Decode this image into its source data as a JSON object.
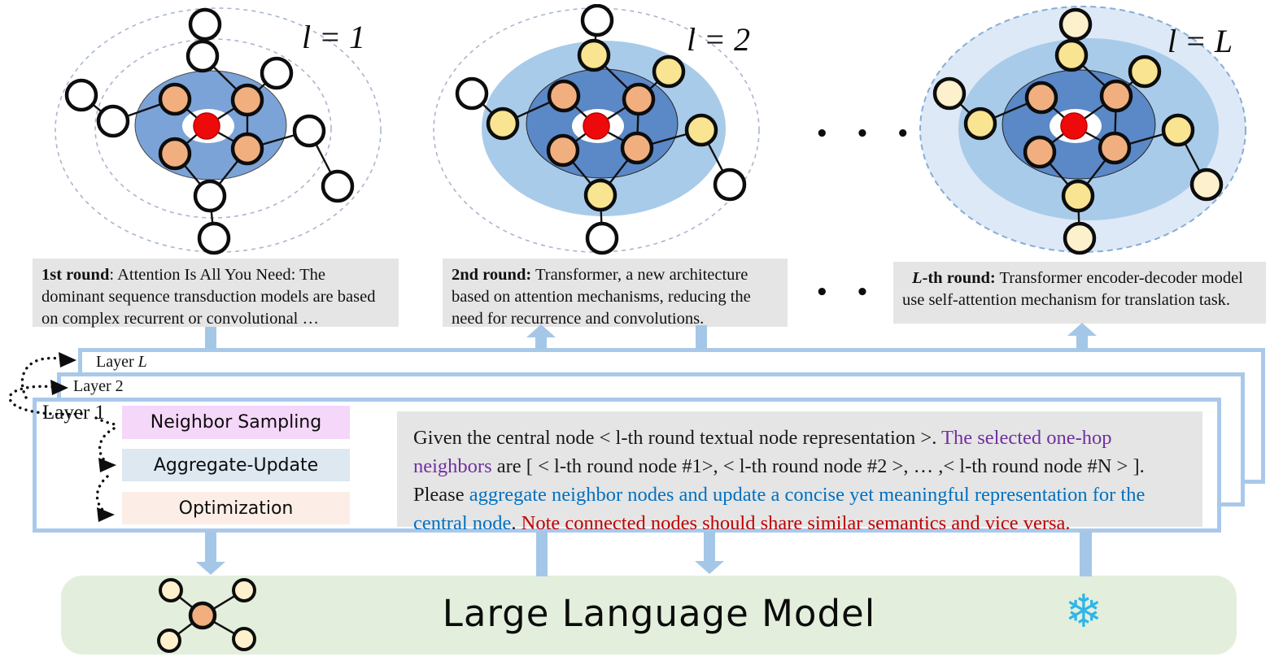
{
  "palette": {
    "accent_blue": "#a4c7e7",
    "border_blue": "#a9c9ea",
    "caption_bg": "#e5e5e5",
    "llm_bg": "#e3efdc",
    "module_purple": "#f5d7f9",
    "module_blue": "#dde8f1",
    "module_pink": "#fceee7",
    "text_purple": "#7030a0",
    "text_blue": "#0070c0",
    "text_red": "#c00000",
    "snowflake": "#2fb5e9",
    "node_orange": "#f1af7f",
    "node_yellow": "#f8e491",
    "node_cream": "#fcf0cd",
    "node_red": "#ee0a0a",
    "ellipse_dark": "#5b88c7",
    "ellipse_mid": "#a9cbea",
    "ellipse_light": "#dde9f7",
    "ellipse_g1": "#7ba3d8"
  },
  "rounds": [
    {
      "label": "l = 1",
      "caption_bold_italic": "",
      "caption_bold": "1st round",
      "caption_text": ": Attention Is All You Need: The dominant sequence transduction models are based on complex recurrent or convolutional …"
    },
    {
      "label": "l = 2",
      "caption_bold_italic": "",
      "caption_bold": "2nd round:",
      "caption_text": " Transformer, a new architecture based on attention mechanisms, reducing the need for recurrence and convolutions."
    },
    {
      "label": "l = L",
      "caption_bold_italic": "L",
      "caption_bold": "-th round:",
      "caption_text": " Transformer encoder-decoder model use self-attention mechanism for translation task."
    }
  ],
  "ellipsis": "• • •",
  "layers": [
    {
      "pre": "Layer ",
      "em": "L"
    },
    {
      "pre": "Layer 2",
      "em": ""
    },
    {
      "pre": "Layer 1",
      "em": ""
    }
  ],
  "modules": [
    "Neighbor Sampling",
    "Aggregate-Update",
    "Optimization"
  ],
  "prompt": {
    "segments": [
      {
        "text": "Given the central node < l-th round textual node representation >. ",
        "style": "black"
      },
      {
        "text": "The selected one-hop neighbors ",
        "style": "purple"
      },
      {
        "text": "are [ < l-th round node #1>, < l-th round node #2 >, … ,< l-th round node #N > ]. Please ",
        "style": "black"
      },
      {
        "text": "aggregate neighbor nodes and update a concise yet meaningful representation for the central node",
        "style": "blue"
      },
      {
        "text": ". ",
        "style": "black"
      },
      {
        "text": "Note connected nodes should share similar semantics and vice versa.",
        "style": "red"
      }
    ]
  },
  "llm": {
    "title": "Large Language Model",
    "snowflake_icon": "❄"
  }
}
